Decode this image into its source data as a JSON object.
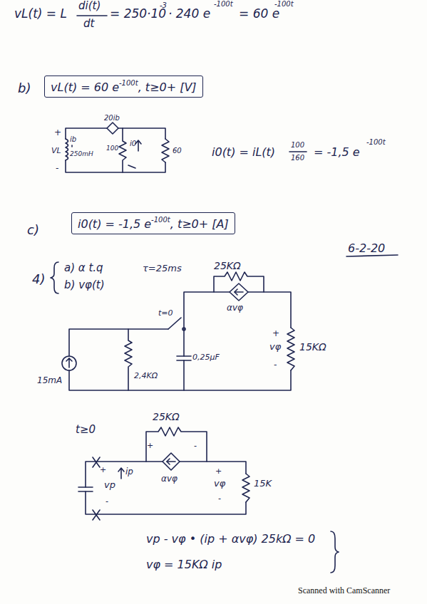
{
  "diagram": {
    "nodes": [
      {
        "text": [
          "vL(t) = 60 e",
          "-100t",
          ", t≥0+ [V]"
        ]
      },
      {
        "text": [
          "i0(t) = -1,5 e",
          "-100t",
          ", t≥0+ [A]"
        ]
      }
    ],
    "labels": [
      "vL(t) = L",
      "di(t)",
      "dt",
      "= 250·10",
      "-3",
      "· 240 e",
      "-100t",
      "= 60 e",
      "-100t",
      "b)",
      "20ib",
      "+",
      "ib",
      "VL",
      "250mH",
      "-",
      "100",
      "i0",
      "60",
      "i0(t) = iL(t)",
      "100",
      "160",
      "= -1,5 e",
      "-100t",
      "c)",
      "6-2-20",
      "4)",
      "a) α t.q",
      "τ=25ms",
      "b) vφ(t)",
      "25KΩ",
      "t=0",
      "αvφ",
      "+",
      "vφ",
      "-",
      "15KΩ",
      "15mA",
      "2,4KΩ",
      "0,25μF",
      "t≥0",
      "25KΩ",
      "+",
      "-",
      "αvφ",
      "+",
      "ip",
      "vp",
      "-",
      "+",
      "vφ",
      "-",
      "15K",
      "vp - vφ • (ip + αvφ) 25kΩ = 0",
      "vφ = 15KΩ ip",
      "Scanned with CamScanner"
    ]
  }
}
